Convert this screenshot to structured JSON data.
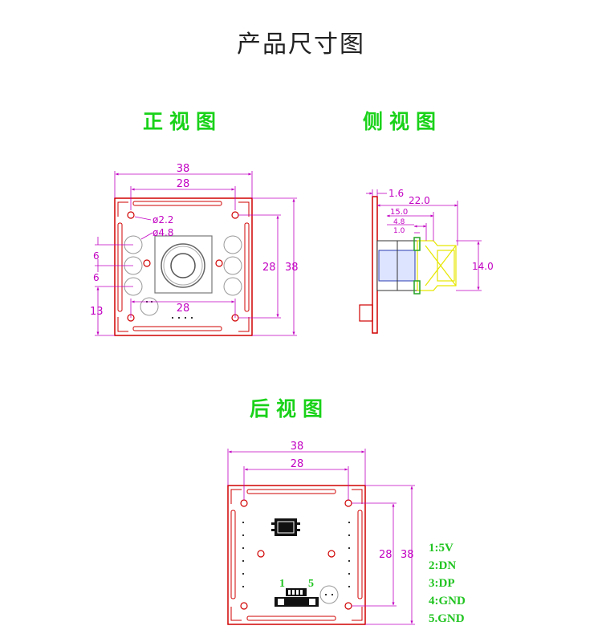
{
  "page_title": "产品尺寸图",
  "views": {
    "front": {
      "title": "正视图",
      "dims": {
        "width_outer": "38",
        "width_holes": "28",
        "hole_dia_small": "ø2.2",
        "hole_dia_large": "ø4.8",
        "spacing_a": "6",
        "spacing_b": "6",
        "bottom_offset": "13",
        "width_bottom": "28",
        "height_holes": "28",
        "height_outer": "38"
      }
    },
    "side": {
      "title": "侧视图",
      "dims": {
        "board_thickness": "1.6",
        "total_depth": "22.0",
        "lens_depth": "15.0",
        "mid_depth": "4.8",
        "small_depth": "1.0",
        "lens_height": "14.0"
      }
    },
    "back": {
      "title": "后视图",
      "dims": {
        "width_outer": "38",
        "width_holes": "28",
        "height_holes": "28",
        "height_outer": "38"
      },
      "connector_pin_first": "1",
      "connector_pin_last": "5",
      "pinout": [
        "1:5V",
        "2:DN",
        "3:DP",
        "4:GND",
        "5.GND"
      ]
    }
  },
  "colors": {
    "dimension": "#c200c2",
    "board_outline": "#d00000",
    "title_green": "#19d219",
    "lens_yellow": "#e6e600"
  }
}
